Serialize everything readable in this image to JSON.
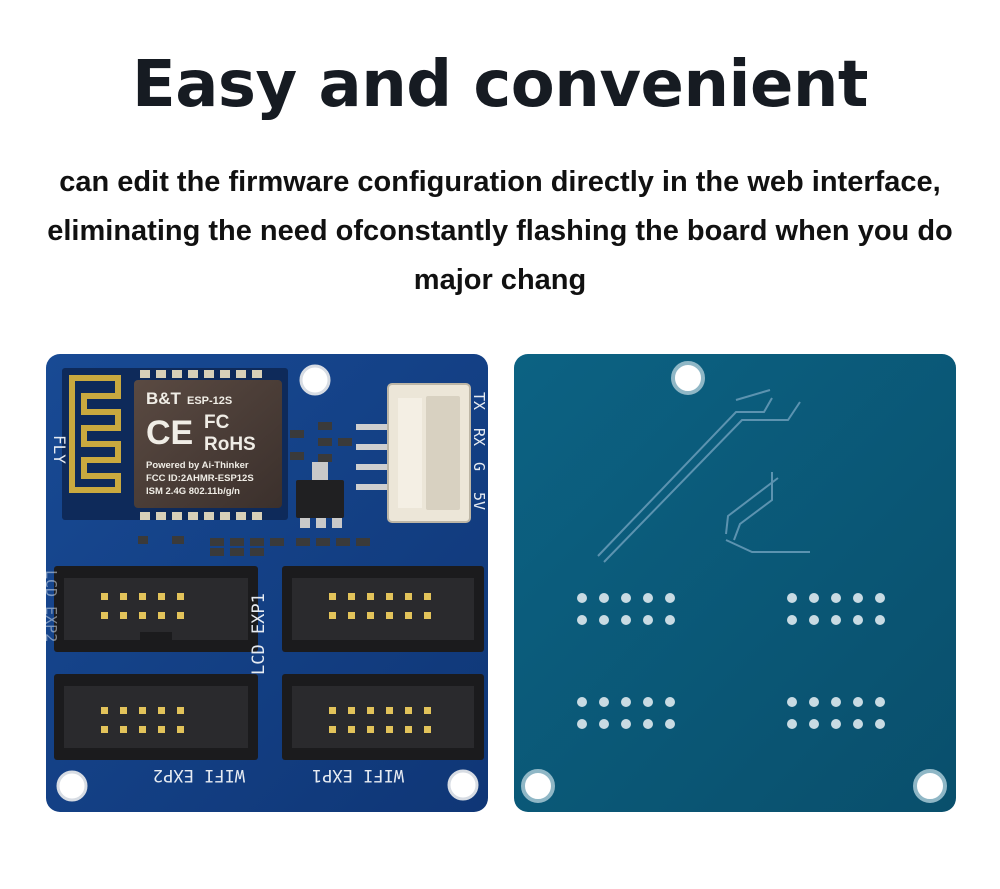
{
  "headline": "Easy and convenient",
  "description": {
    "lines": [
      "can edit the firmware configuration directly in the web interface,",
      "eliminating the need ofconstantly flashing the board when you do",
      "major chang"
    ]
  },
  "board_front": {
    "module_brand": "B&T",
    "module_model": "ESP-12S",
    "module_ce": "CE",
    "module_fc": "FC",
    "module_rohs": "RoHS",
    "module_line1": "Powered by Ai-Thinker",
    "module_line2": "FCC ID:2AHMR-ESP12S",
    "module_line3": "ISM 2.4G  802.11b/g/n",
    "label_fly": "FLY",
    "label_lcd_exp2": "LCD EXP2",
    "label_lcd_exp1": "LCD EXP1",
    "label_wifi_exp2": "WIFI EXP2",
    "label_wifi_exp1": "WIFI EXP1",
    "label_tx": "TX",
    "label_rx": "RX",
    "label_g": "G",
    "label_5v": "5V"
  },
  "colors": {
    "board_front": "#123f86",
    "board_back": "#0b5a7a",
    "header_black": "#1b1b1d",
    "connector_white": "#ece6d8"
  }
}
